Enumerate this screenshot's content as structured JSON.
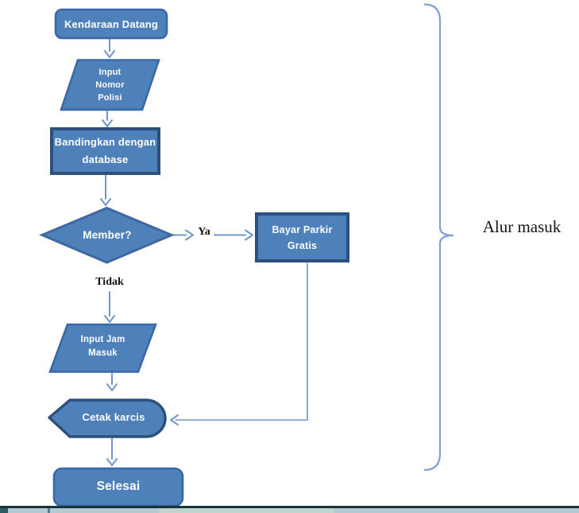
{
  "colors": {
    "shape_fill": "#4e80ba",
    "border_light": "#3a68a6",
    "border_medium": "#40679f",
    "border_dark": "#2d4f7b",
    "connector": "#6f97ca",
    "brace": "#7ba3d4",
    "node_text": "#ffffff",
    "label_text": "#141414",
    "edge_dark_line": "#17333b",
    "edge_strip": "#b6cad2"
  },
  "flowchart": {
    "bracket_label": "Alur masuk",
    "edge_labels": {
      "yes": "Ya",
      "no": "Tidak"
    },
    "nodes": {
      "start": {
        "type": "terminator",
        "lines": [
          "Kendaraan Datang"
        ]
      },
      "input_police": {
        "type": "data",
        "lines": [
          "Input",
          "Nomor",
          "Polisi"
        ]
      },
      "compare_db": {
        "type": "process",
        "lines": [
          "Bandingkan dengan",
          "database"
        ]
      },
      "decision_member": {
        "type": "decision",
        "lines": [
          "Member?"
        ]
      },
      "free_parking": {
        "type": "process",
        "lines": [
          "Bayar Parkir",
          "Gratis"
        ]
      },
      "input_time": {
        "type": "data",
        "lines": [
          "Input Jam",
          "Masuk"
        ]
      },
      "print_ticket": {
        "type": "display",
        "lines": [
          "Cetak karcis"
        ]
      },
      "end": {
        "type": "terminator",
        "lines": [
          "Selesai"
        ]
      }
    }
  }
}
